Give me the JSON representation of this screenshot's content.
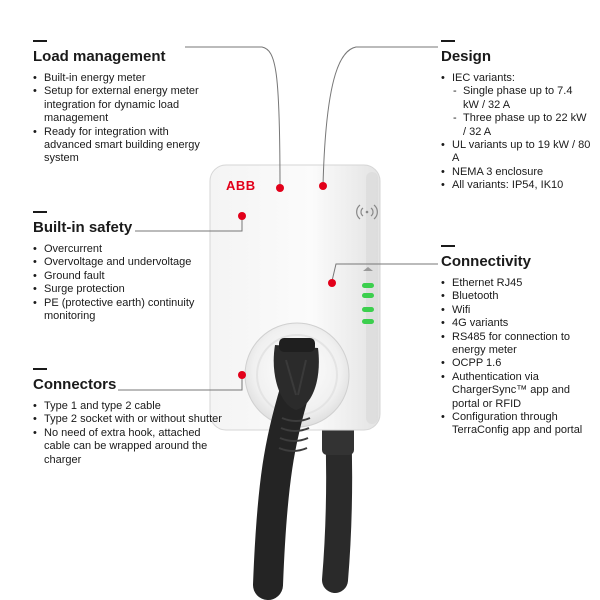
{
  "brand": {
    "logo_text": "ABB",
    "accent_color": "#e2001a",
    "led_color": "#3ccf4e"
  },
  "load_management": {
    "title": "Load management",
    "items": [
      "Built-in energy meter",
      "Setup for external energy meter integration for dynamic load management",
      "Ready for integration with advanced smart building energy system"
    ]
  },
  "built_in_safety": {
    "title": "Built-in safety",
    "items": [
      "Overcurrent",
      "Overvoltage and undervoltage",
      "Ground fault",
      "Surge protection",
      "PE (protective earth) continuity monitoring"
    ]
  },
  "connectors": {
    "title": "Connectors",
    "items": [
      "Type 1 and type 2 cable",
      "Type 2 socket with or without shutter",
      "No need of extra hook, attached cable can be wrapped around the charger"
    ]
  },
  "design": {
    "title": "Design",
    "items": [
      {
        "text": "IEC variants:",
        "level": 0
      },
      {
        "text": "Single phase up to 7.4 kW / 32 A",
        "level": 1
      },
      {
        "text": "Three phase up to 22 kW / 32 A",
        "level": 1
      },
      {
        "text": "UL variants up to 19 kW / 80 A",
        "level": 0
      },
      {
        "text": "NEMA  3 enclosure",
        "level": 0
      },
      {
        "text": "All variants: IP54, IK10",
        "level": 0
      }
    ]
  },
  "connectivity": {
    "title": "Connectivity",
    "items": [
      "Ethernet RJ45",
      "Bluetooth",
      "Wifi",
      "4G variants",
      "RS485 for connection to energy meter",
      "OCPP 1.6",
      "Authentication via ChargerSync™ app and portal or RFID",
      "Configuration through TerraConfig app and portal"
    ]
  }
}
